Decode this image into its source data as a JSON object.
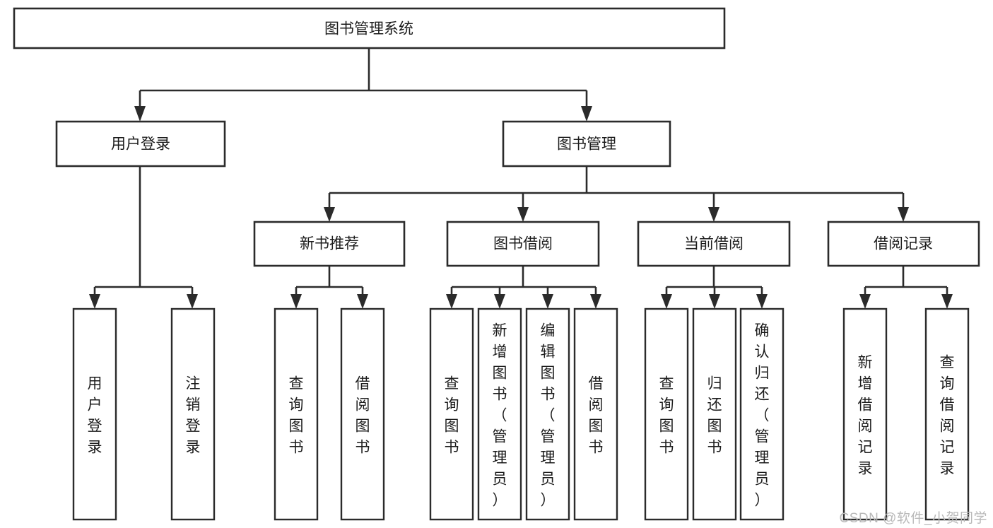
{
  "diagram": {
    "type": "tree-hierarchy",
    "title": "图书管理系统",
    "root": {
      "id": "root",
      "label": "图书管理系统"
    },
    "level1": [
      {
        "id": "user-login",
        "label": "用户登录"
      },
      {
        "id": "book-management",
        "label": "图书管理"
      }
    ],
    "level2": [
      {
        "id": "new-book-recommend",
        "label": "新书推荐",
        "parent": "book-management"
      },
      {
        "id": "book-borrow",
        "label": "图书借阅",
        "parent": "book-management"
      },
      {
        "id": "current-borrow",
        "label": "当前借阅",
        "parent": "book-management"
      },
      {
        "id": "borrow-record",
        "label": "借阅记录",
        "parent": "book-management"
      }
    ],
    "leaves": [
      {
        "id": "leaf-user-login",
        "label": "用户登录",
        "parent": "user-login"
      },
      {
        "id": "leaf-logout",
        "label": "注销登录",
        "parent": "user-login"
      },
      {
        "id": "leaf-query-book-1",
        "label": "查询图书",
        "parent": "new-book-recommend"
      },
      {
        "id": "leaf-borrow-book-1",
        "label": "借阅图书",
        "parent": "new-book-recommend"
      },
      {
        "id": "leaf-query-book-2",
        "label": "查询图书",
        "parent": "book-borrow"
      },
      {
        "id": "leaf-add-book",
        "label": "新增图书（管理员）",
        "parent": "book-borrow"
      },
      {
        "id": "leaf-edit-book",
        "label": "编辑图书（管理员）",
        "parent": "book-borrow"
      },
      {
        "id": "leaf-borrow-book-2",
        "label": "借阅图书",
        "parent": "book-borrow"
      },
      {
        "id": "leaf-query-book-3",
        "label": "查询图书",
        "parent": "current-borrow"
      },
      {
        "id": "leaf-return-book",
        "label": "归还图书",
        "parent": "current-borrow"
      },
      {
        "id": "leaf-confirm-return",
        "label": "确认归还（管理员）",
        "parent": "current-borrow"
      },
      {
        "id": "leaf-add-record",
        "label": "新增借阅记录",
        "parent": "borrow-record"
      },
      {
        "id": "leaf-query-record",
        "label": "查询借阅记录",
        "parent": "borrow-record"
      }
    ],
    "colors": {
      "stroke": "#2b2b2b",
      "fill": "#ffffff",
      "text": "#1c1c1c",
      "watermark": "#b9b9b9"
    }
  },
  "watermark": {
    "text": "CSDN @软件_小贺同学"
  }
}
